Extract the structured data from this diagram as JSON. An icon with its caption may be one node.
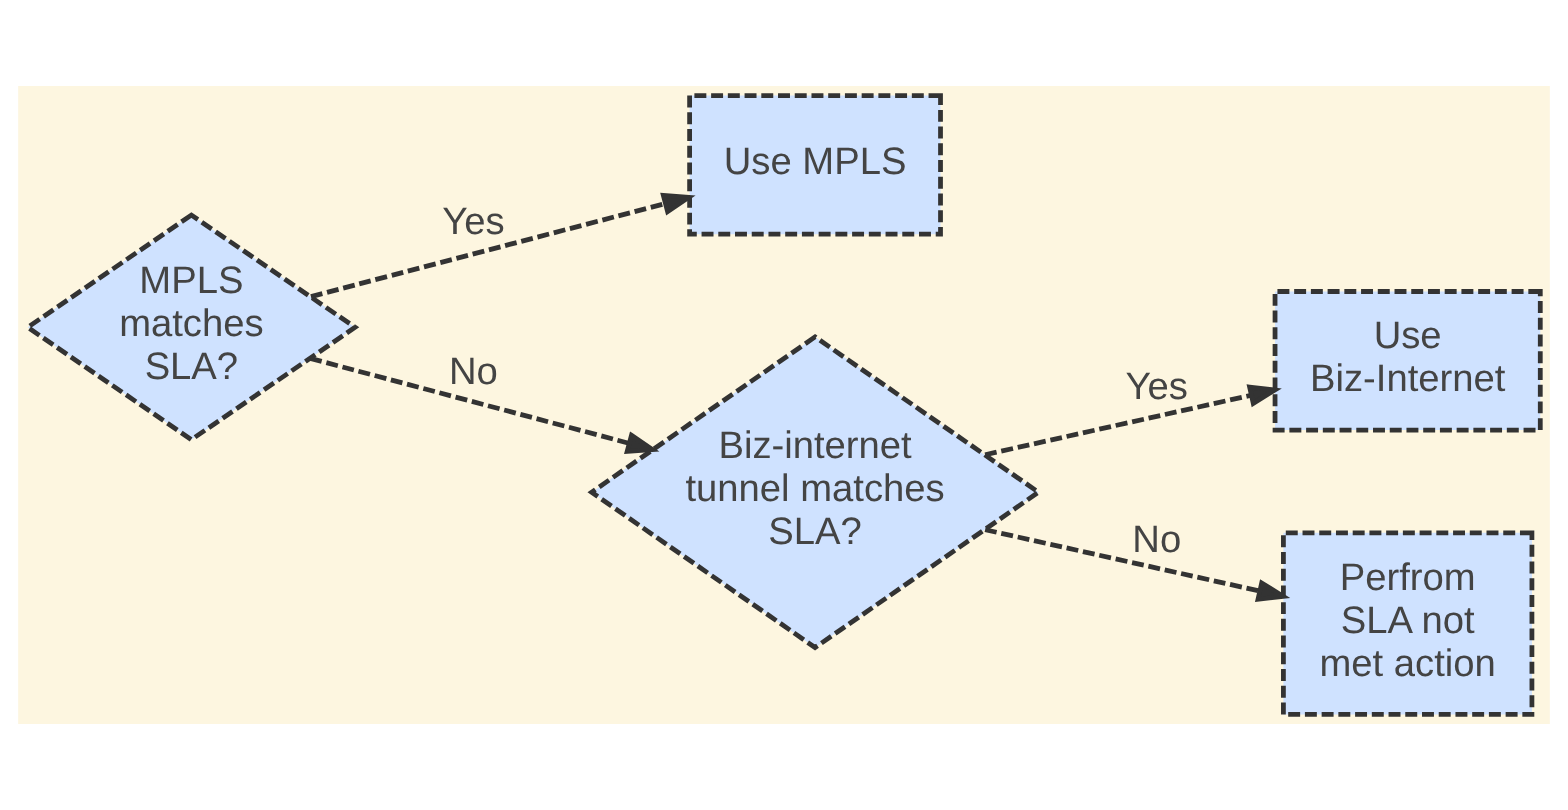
{
  "diagram": {
    "nodes": [
      {
        "text": [
          "MPLS matches SLA?"
        ]
      },
      {
        "text": [
          "Use MPLS"
        ]
      },
      {
        "text": [
          "Biz-internet tunnel matches SLA?"
        ]
      },
      {
        "text": [
          "Use Biz-Internet"
        ]
      },
      {
        "text": [
          "Perfrom SLA not met action"
        ]
      }
    ],
    "edges": [
      {
        "from": 0,
        "to": 1,
        "arrow": "to",
        "label": "Yes",
        "style": "dashed"
      },
      {
        "from": 0,
        "to": 2,
        "arrow": "to",
        "label": "No",
        "style": "dashed"
      },
      {
        "from": 2,
        "to": 3,
        "arrow": "to",
        "label": "Yes",
        "style": "dashed"
      },
      {
        "from": 2,
        "to": 4,
        "arrow": "to",
        "label": "No",
        "style": "dashed"
      }
    ]
  }
}
